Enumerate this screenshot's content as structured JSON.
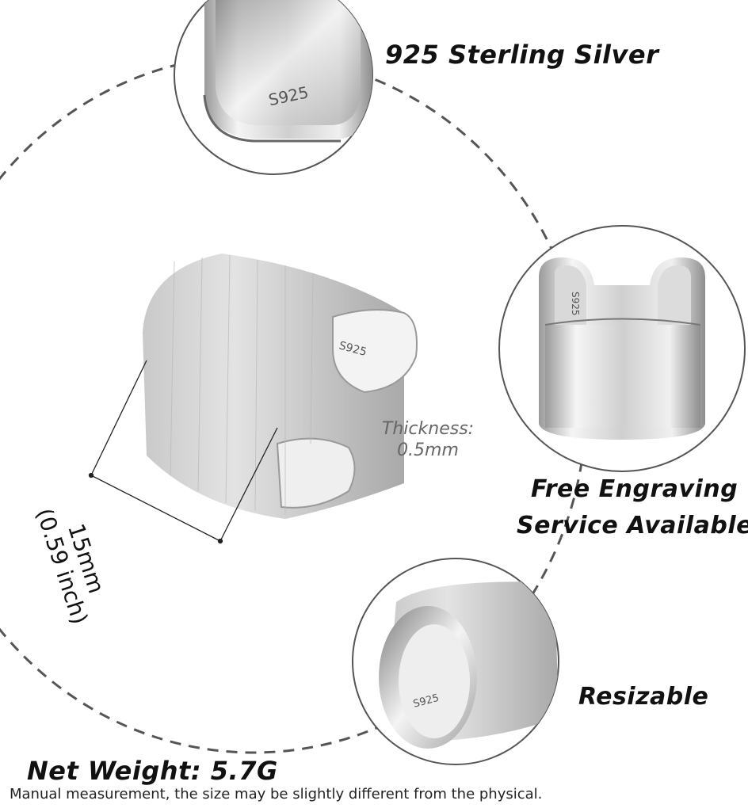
{
  "features": {
    "material": "925 Sterling Silver",
    "engraving_line1": "Free Engraving",
    "engraving_line2": "Service Available",
    "resizable": "Resizable"
  },
  "specs": {
    "thickness_label": "Thickness:",
    "thickness_value": "0.5mm",
    "width_mm": "15mm",
    "width_inch": "(0.59 inch)",
    "net_weight": "Net Weight: 5.7G"
  },
  "stamp": "S925",
  "disclaimer": "Manual measurement, the size may be slightly different from the physical.",
  "colors": {
    "dash": "#555555",
    "silver_light": "#f2f2f2",
    "silver_dark": "#8a8a8a"
  }
}
